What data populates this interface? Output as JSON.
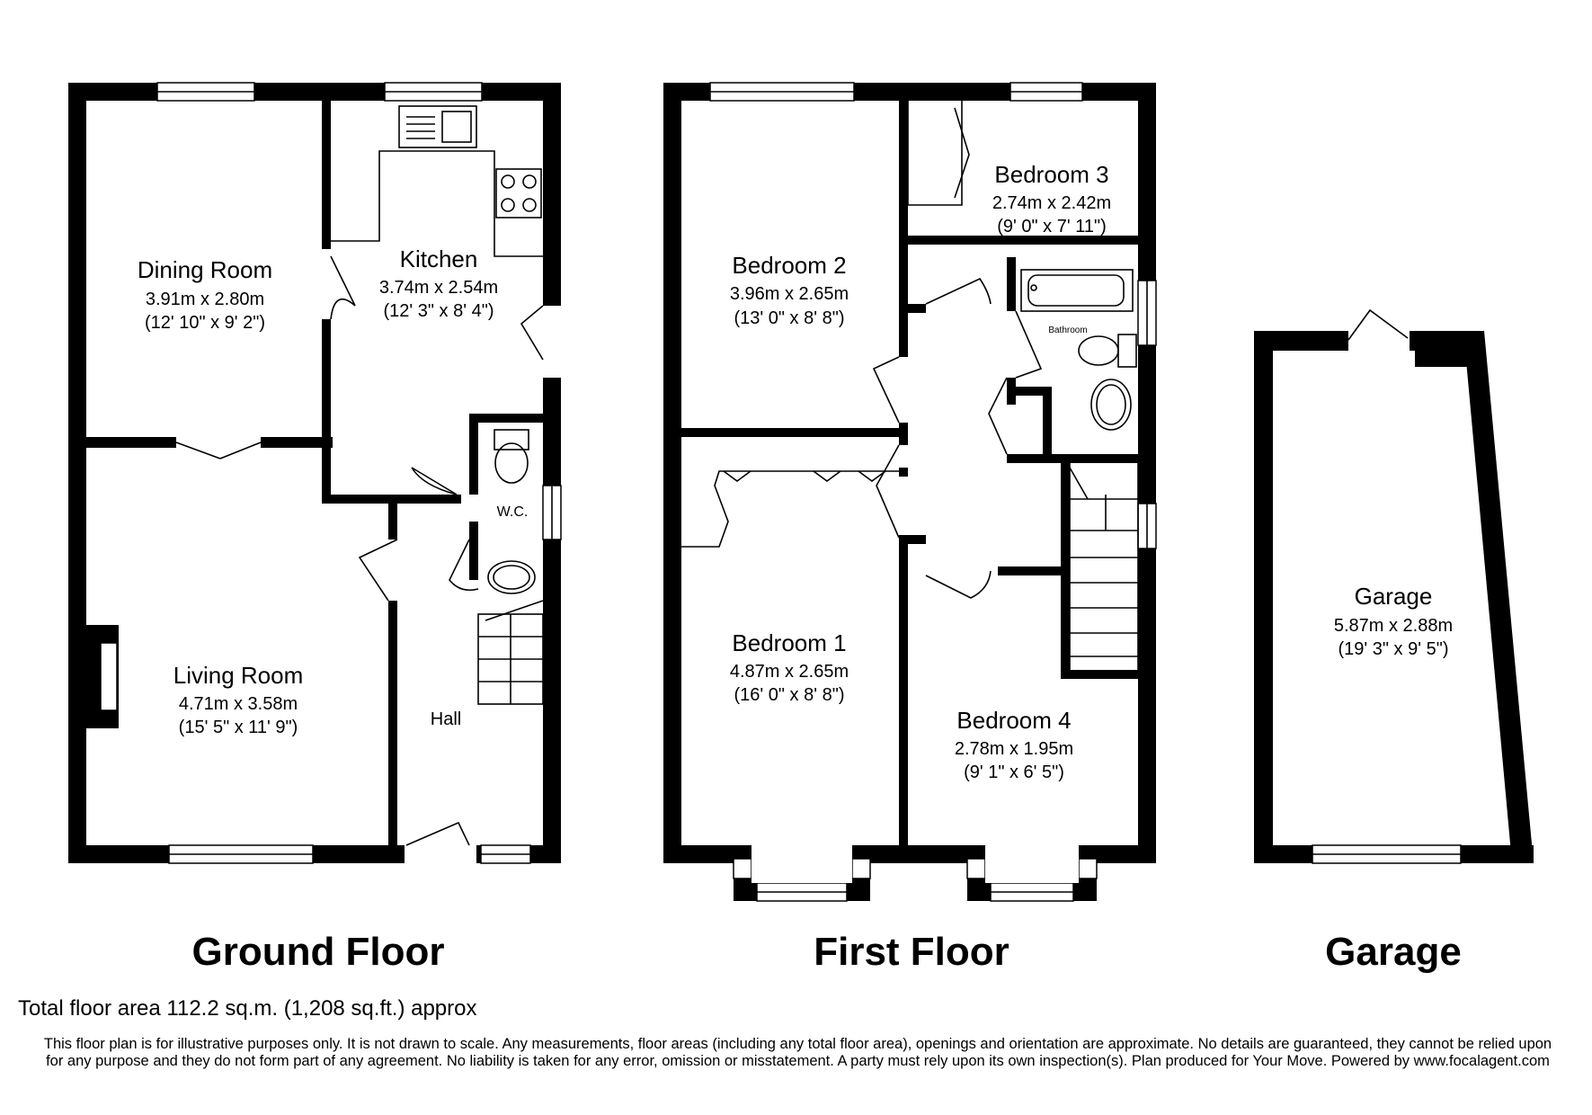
{
  "floors": {
    "ground": {
      "title": "Ground Floor",
      "rooms": {
        "dining": {
          "name": "Dining Room",
          "metric": "3.91m x 2.80m",
          "imperial": "(12' 10\" x 9' 2\")"
        },
        "kitchen": {
          "name": "Kitchen",
          "metric": "3.74m x 2.54m",
          "imperial": "(12' 3\" x 8' 4\")"
        },
        "living": {
          "name": "Living Room",
          "metric": "4.71m x 3.58m",
          "imperial": "(15' 5\" x 11' 9\")"
        },
        "wc": {
          "name": "W.C."
        },
        "hall": {
          "name": "Hall"
        }
      }
    },
    "first": {
      "title": "First Floor",
      "rooms": {
        "bedroom1": {
          "name": "Bedroom 1",
          "metric": "4.87m x 2.65m",
          "imperial": "(16' 0\" x 8' 8\")"
        },
        "bedroom2": {
          "name": "Bedroom 2",
          "metric": "3.96m x 2.65m",
          "imperial": "(13' 0\" x 8' 8\")"
        },
        "bedroom3": {
          "name": "Bedroom 3",
          "metric": "2.74m x 2.42m",
          "imperial": "(9' 0\" x 7' 11\")"
        },
        "bedroom4": {
          "name": "Bedroom 4",
          "metric": "2.78m x 1.95m",
          "imperial": "(9' 1\" x 6' 5\")"
        },
        "bathroom": {
          "name": "Bathroom"
        }
      }
    },
    "garage": {
      "title": "Garage",
      "rooms": {
        "garage": {
          "name": "Garage",
          "metric": "5.87m x 2.88m",
          "imperial": "(19' 3\" x 9' 5\")"
        }
      }
    }
  },
  "total_area": "Total floor area 112.2 sq.m. (1,208 sq.ft.) approx",
  "disclaimer": "This floor plan is for illustrative purposes only. It is not drawn to scale. Any measurements, floor areas (including any total floor area), openings and orientation are approximate. No details are guaranteed, they cannot be relied upon for any purpose and they do not form part of any agreement. No liability is taken for any error, omission or misstatement. A party must rely upon its own inspection(s).  Plan produced for Your Move. Powered by www.focalagent.com",
  "colors": {
    "wall": "#000000",
    "background": "#ffffff"
  }
}
